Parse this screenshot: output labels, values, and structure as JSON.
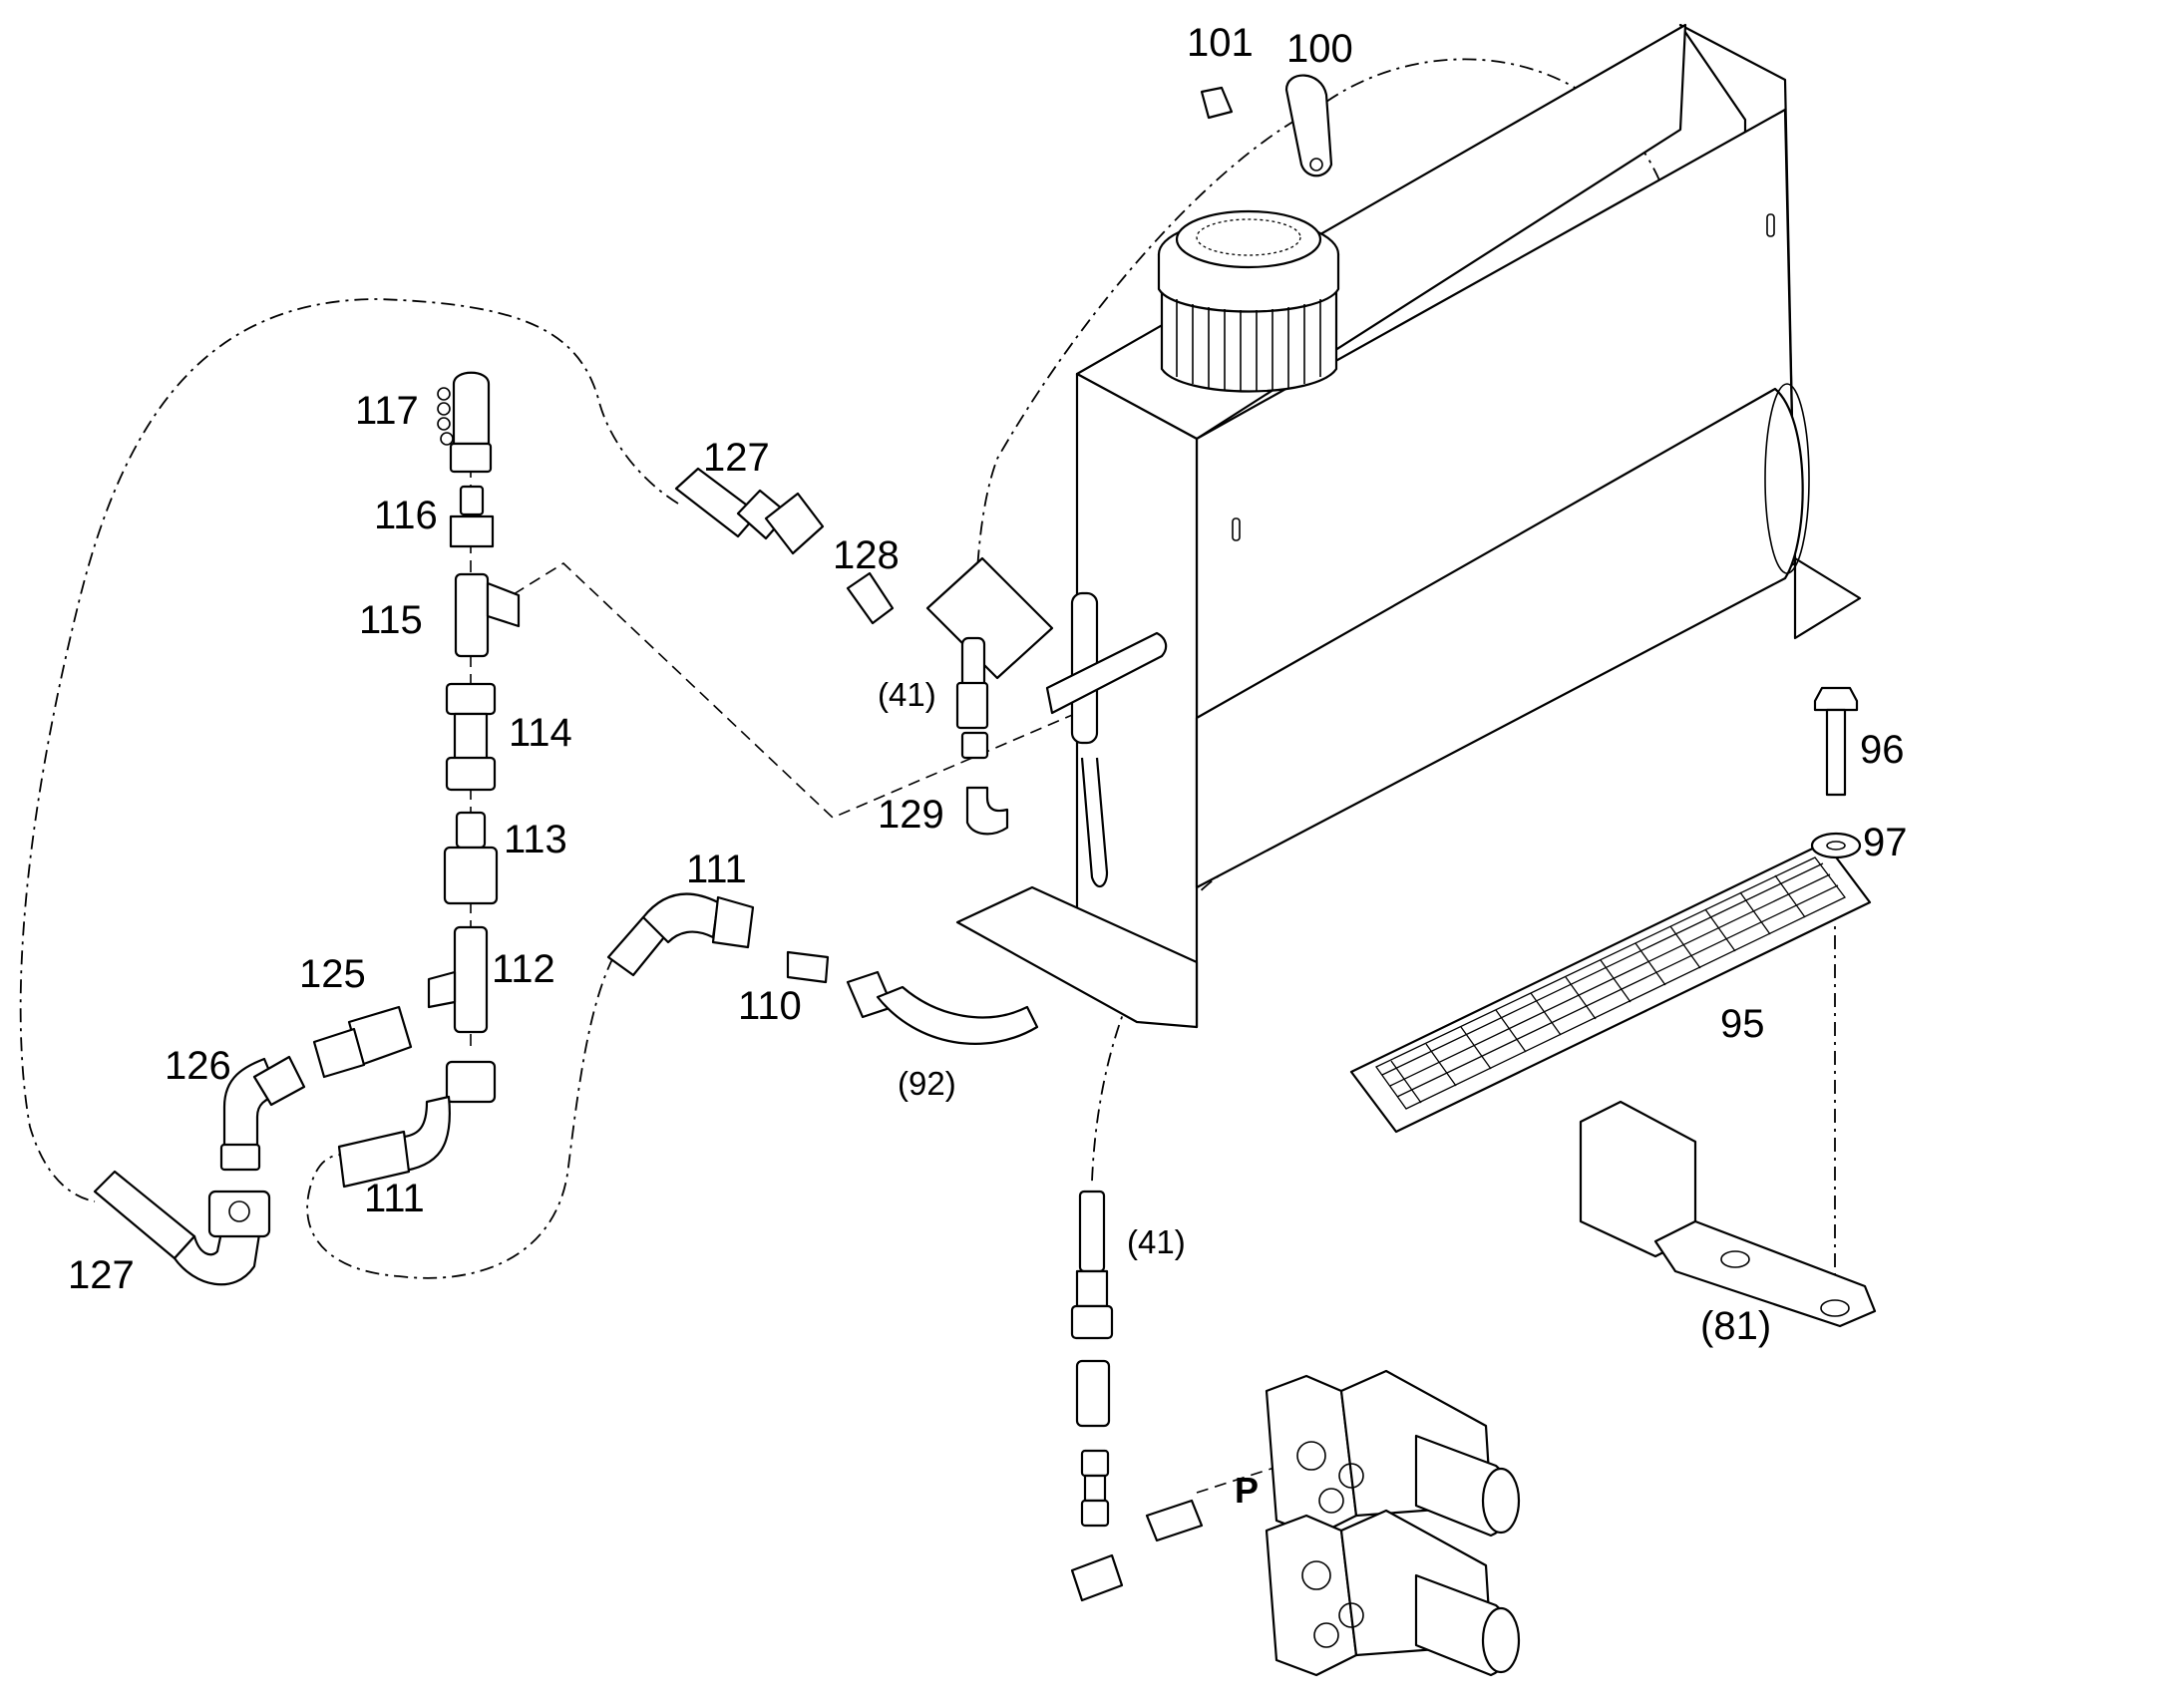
{
  "diagram": {
    "labels": {
      "l101": "101",
      "l100": "100",
      "l117": "117",
      "l127a": "127",
      "l116": "116",
      "l128": "128",
      "l115": "115",
      "l41a": "(41)",
      "l114": "114",
      "l96": "96",
      "l129": "129",
      "l97": "97",
      "l113": "113",
      "l111a": "111",
      "l125": "125",
      "l112": "112",
      "l110": "110",
      "l95": "95",
      "l126": "126",
      "l92": "(92)",
      "l111b": "111",
      "l41b": "(41)",
      "l127b": "127",
      "l81": "(81)",
      "lP": "P"
    }
  }
}
